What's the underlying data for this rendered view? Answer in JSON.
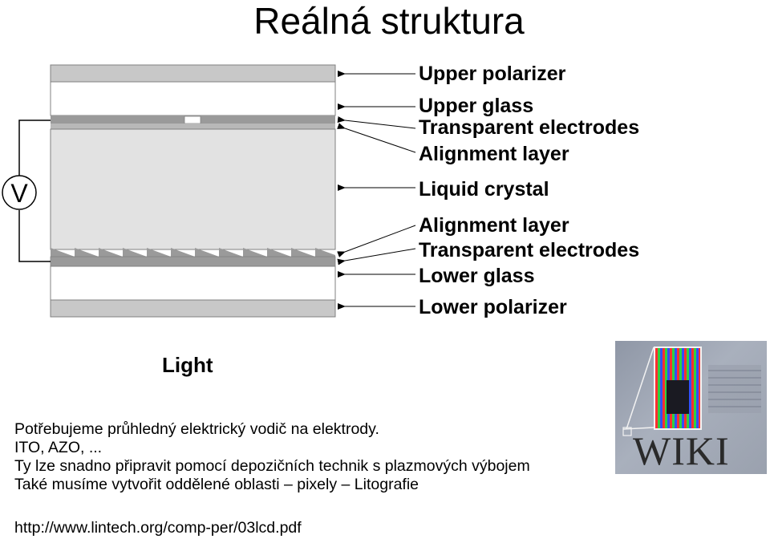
{
  "title": "Reálná struktura",
  "diagram": {
    "voltmeter_symbol": "V",
    "light_label": "Light",
    "labels": {
      "upper_polarizer": "Upper polarizer",
      "upper_glass": "Upper glass",
      "transparent_electrodes_top": "Transparent electrodes",
      "alignment_layer_top": "Alignment layer",
      "liquid_crystal": "Liquid crystal",
      "alignment_layer_bottom": "Alignment layer",
      "transparent_electrodes_bottom": "Transparent electrodes",
      "lower_glass": "Lower glass",
      "lower_polarizer": "Lower polarizer"
    },
    "colors": {
      "polarizer": "#c8c8c8",
      "electrode_band": "#9a9a9a",
      "liquid_crystal": "#e2e2e2",
      "glass": "#ffffff",
      "outline": "#808080"
    }
  },
  "text_lines": [
    "Potřebujeme průhledný elektrický vodič na elektrody.",
    "ITO, AZO, ...",
    "Ty lze snadno připravit pomocí depozičních technik s plazmových výbojem",
    "Také musíme vytvořit oddělené oblasti – pixely – Litografie"
  ],
  "source_url": "http://www.lintech.org/comp-per/03lcd.pdf",
  "wiki_image": {
    "word": "WIKI"
  }
}
